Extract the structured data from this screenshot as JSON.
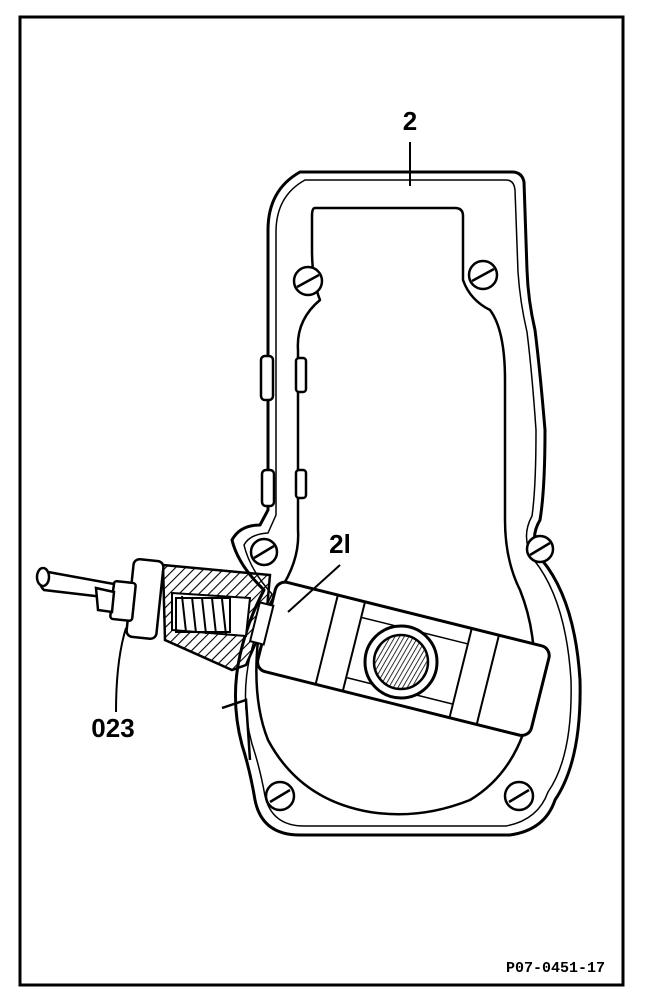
{
  "diagram": {
    "labels": {
      "gasket_part": "2",
      "sensor_part": "2l",
      "screw_part": "023"
    },
    "figure_code": "P07-0451-17",
    "colors": {
      "ink": "#000000",
      "paper": "#ffffff"
    }
  }
}
